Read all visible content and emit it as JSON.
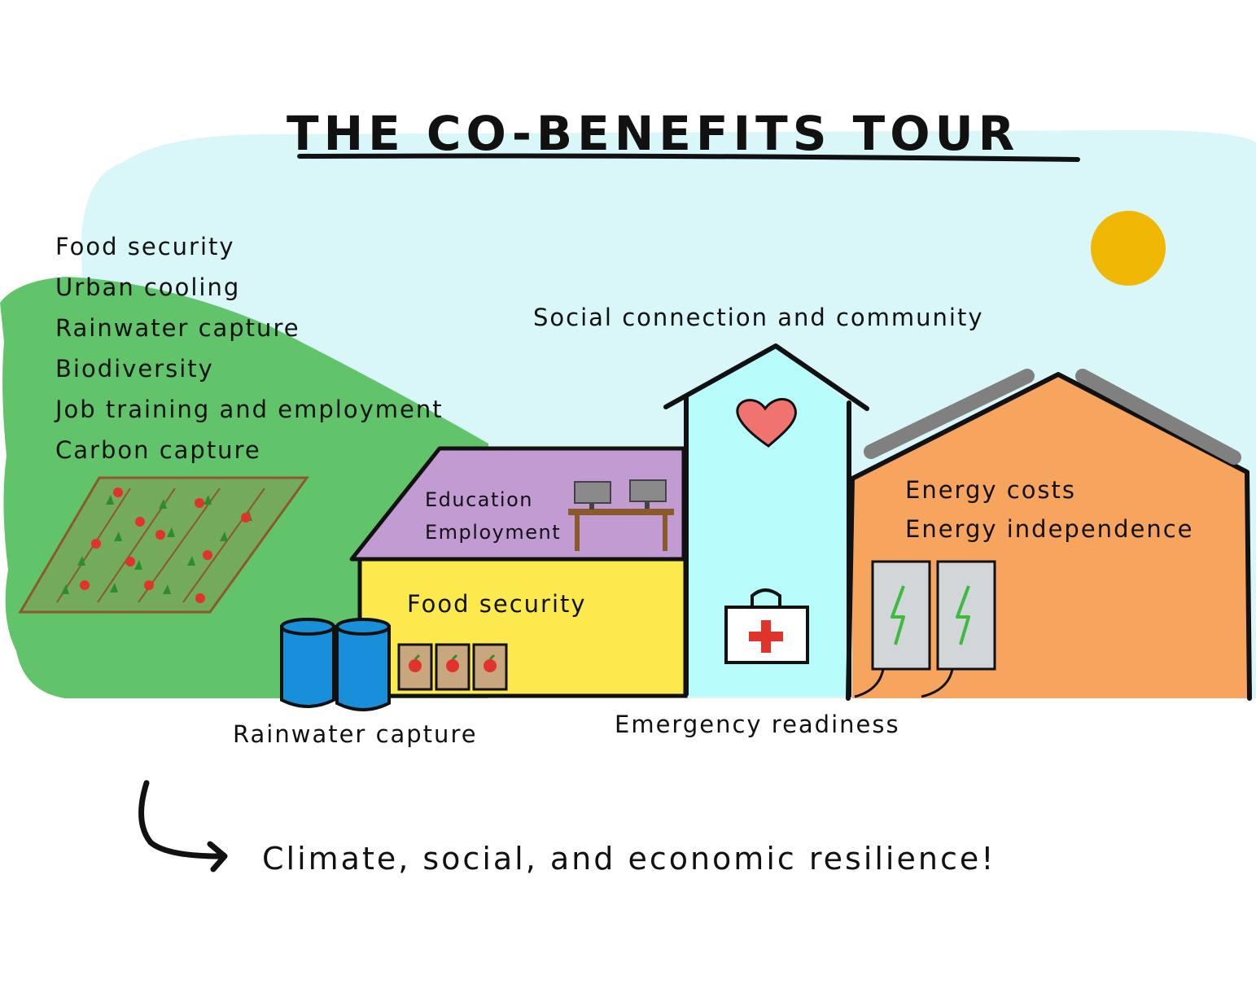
{
  "title": "THE CO-BENEFITS TOUR",
  "garden": {
    "benefits": [
      "Food security",
      "Urban cooling",
      "Rainwater capture",
      "Biodiversity",
      "Job training and employment",
      "Carbon capture"
    ]
  },
  "school": {
    "roof_lines": [
      "Education",
      "Employment"
    ],
    "wall_label": "Food security"
  },
  "rain_barrels": {
    "label": "Rainwater capture"
  },
  "community_center": {
    "top_label": "Social connection and community",
    "bottom_label": "Emergency readiness"
  },
  "solar_house": {
    "lines": [
      "Energy costs",
      "Energy independence"
    ]
  },
  "tagline": "Climate, social, and economic resilience!",
  "colors": {
    "sky": "#d9f6f8",
    "hill": "#62c46a",
    "garden_bed": "#74aa5c",
    "school_roof": "#c39bd3",
    "school_wall": "#fbe94e",
    "center": "#b7fbfb",
    "house": "#f7a55e",
    "solar_roof": "#808080",
    "barrel": "#1a8fd9",
    "sun": "#f0b705",
    "heart": "#f07370",
    "bolt": "#3dbb3f"
  },
  "icons": [
    "sun-icon",
    "heart-icon",
    "first-aid-kit-icon",
    "lightning-bolt-icon",
    "computer-monitor-icon",
    "apple-icon",
    "arrow-icon"
  ]
}
